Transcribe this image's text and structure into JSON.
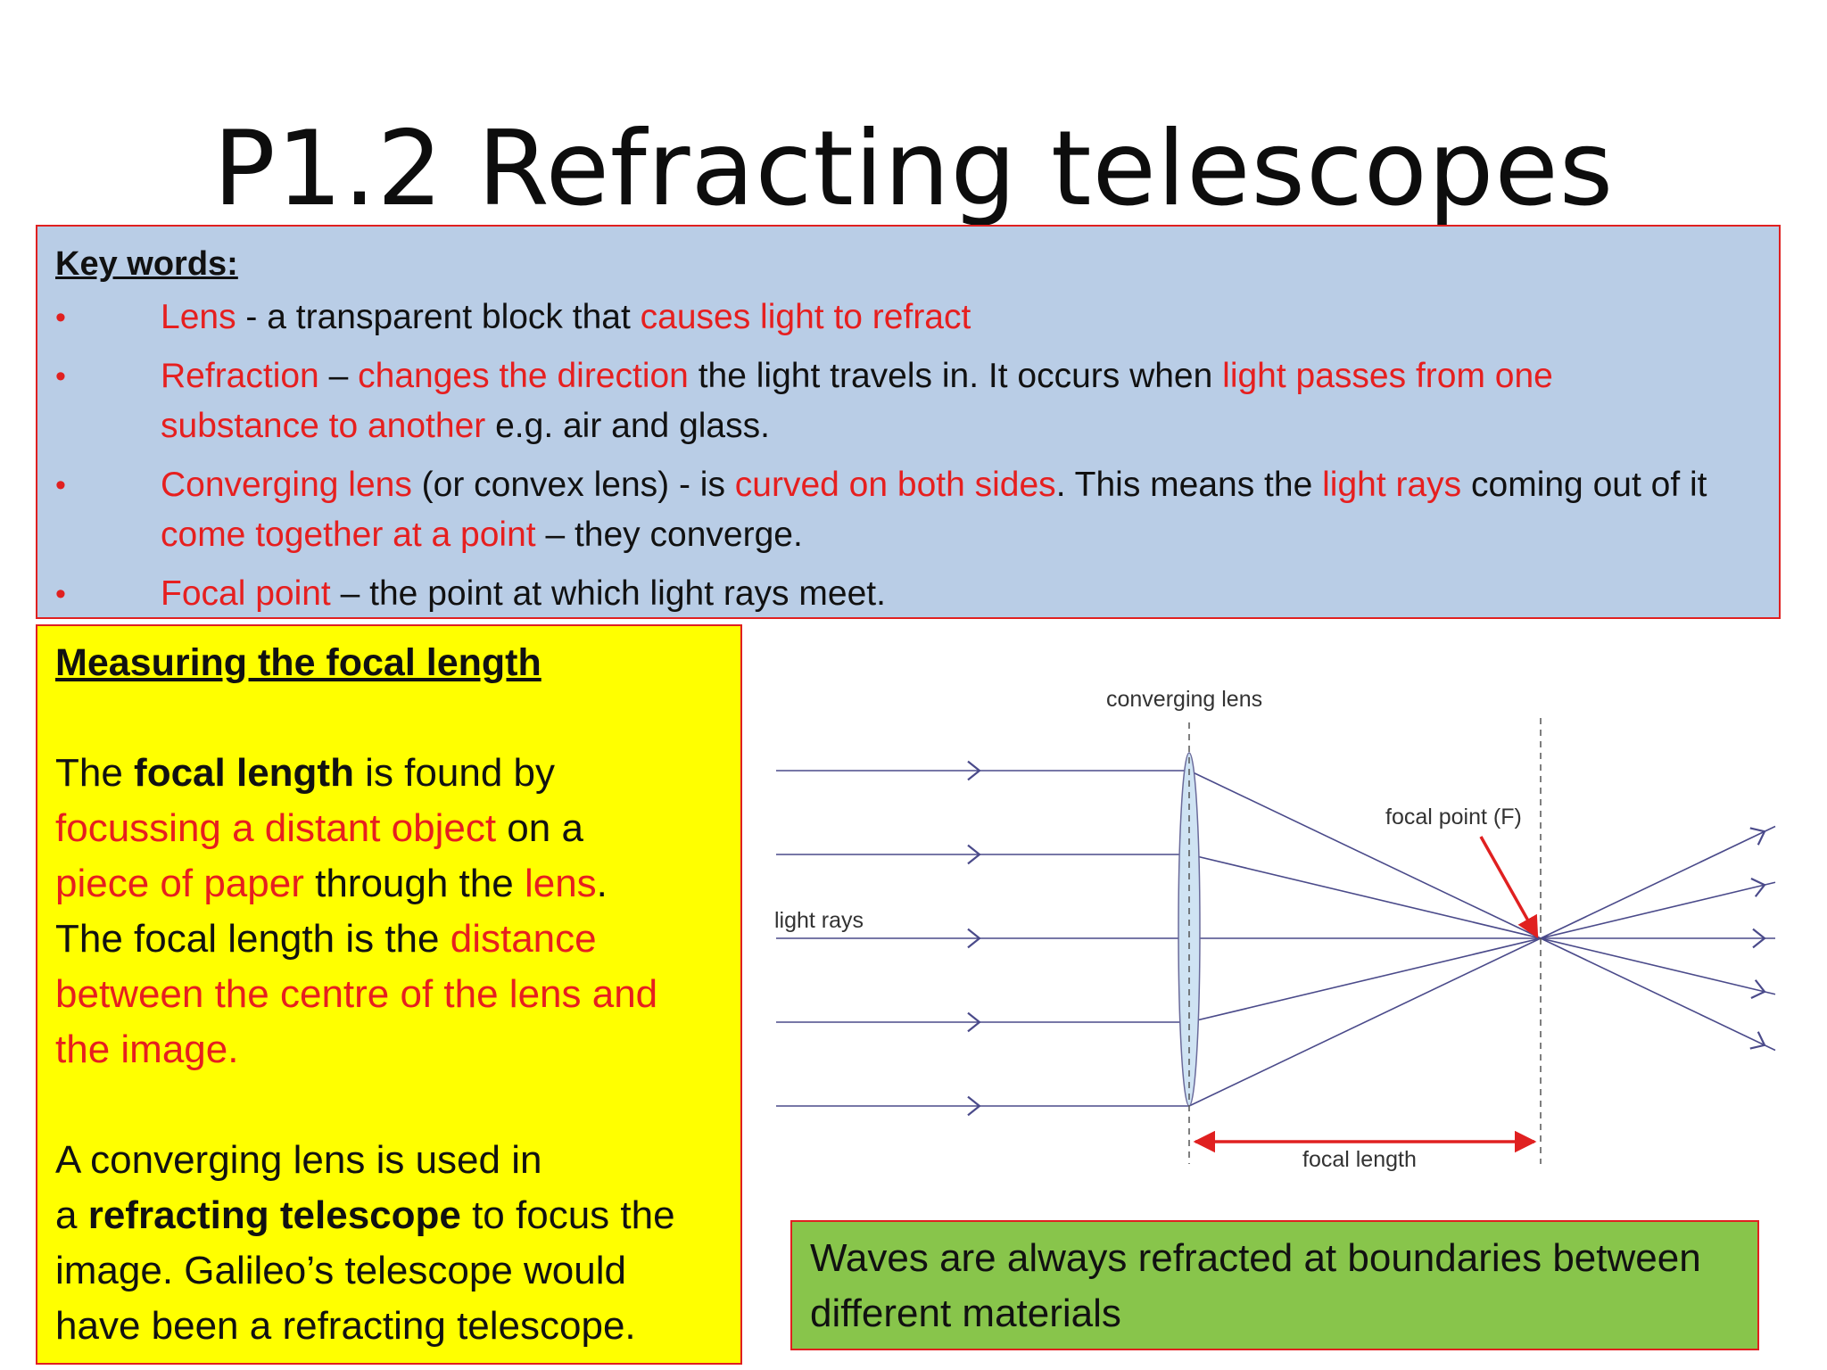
{
  "title": "P1.2 Refracting telescopes",
  "key_words": {
    "heading": "Key words:",
    "bullet": "•",
    "items": [
      {
        "lines": [
          [
            {
              "t": "Lens",
              "red": true
            },
            {
              "t": " - a transparent block that ",
              "red": false
            },
            {
              "t": "causes light to refract",
              "red": true
            }
          ]
        ]
      },
      {
        "lines": [
          [
            {
              "t": "Refraction",
              "red": true
            },
            {
              "t": " – ",
              "red": false
            },
            {
              "t": "changes the direction",
              "red": true
            },
            {
              "t": " the light travels in. It occurs when ",
              "red": false
            },
            {
              "t": "light passes from one",
              "red": true
            }
          ],
          [
            {
              "t": "substance to another",
              "red": true
            },
            {
              "t": " e.g. air and glass.",
              "red": false
            }
          ]
        ]
      },
      {
        "lines": [
          [
            {
              "t": "Converging lens",
              "red": true
            },
            {
              "t": " (or convex lens) - is ",
              "red": false
            },
            {
              "t": "curved on both sides",
              "red": true
            },
            {
              "t": ". This means the ",
              "red": false
            },
            {
              "t": "light rays",
              "red": true
            },
            {
              "t": " coming out of it",
              "red": false
            }
          ],
          [
            {
              "t": "come together at a point",
              "red": true
            },
            {
              "t": " – they converge.",
              "red": false
            }
          ]
        ]
      },
      {
        "lines": [
          [
            {
              "t": "Focal point",
              "red": true
            },
            {
              "t": " – the point at which light rays meet.",
              "red": false
            }
          ]
        ]
      }
    ]
  },
  "measuring": {
    "heading": "Measuring the focal length",
    "paragraph1": [
      [
        {
          "t": "The ",
          "s": "n"
        },
        {
          "t": "focal length",
          "s": "b"
        },
        {
          "t": " is found by",
          "s": "n"
        }
      ],
      [
        {
          "t": "focussing a distant object",
          "s": "r"
        },
        {
          "t": " on a",
          "s": "n"
        }
      ],
      [
        {
          "t": "piece of paper",
          "s": "r"
        },
        {
          "t": " through the ",
          "s": "n"
        },
        {
          "t": "lens",
          "s": "r"
        },
        {
          "t": ".",
          "s": "n"
        }
      ],
      [
        {
          "t": "The focal length is the ",
          "s": "n"
        },
        {
          "t": "distance",
          "s": "r"
        }
      ],
      [
        {
          "t": "between the centre of the lens and",
          "s": "r"
        }
      ],
      [
        {
          "t": "the image.",
          "s": "r"
        }
      ]
    ],
    "paragraph2": [
      [
        {
          "t": "A converging lens is used in",
          "s": "n"
        }
      ],
      [
        {
          "t": "a ",
          "s": "n"
        },
        {
          "t": "refracting telescope",
          "s": "b"
        },
        {
          "t": " to focus the",
          "s": "n"
        }
      ],
      [
        {
          "t": "image. Galileo’s telescope would",
          "s": "n"
        }
      ],
      [
        {
          "t": "have been a refracting telescope.",
          "s": "n"
        }
      ]
    ]
  },
  "diagram": {
    "label_lens": "converging lens",
    "label_focal_point": "focal point (F)",
    "label_rays": "light rays",
    "label_focal_length": "focal length"
  },
  "waves_note": "Waves are always refracted at boundaries between different materials",
  "colors": {
    "red": "#e61f1f",
    "keywords_bg": "#b9cde6",
    "yellow_bg": "#ffff00",
    "green_bg": "#88c54b",
    "ray": "#4a4a8a"
  }
}
